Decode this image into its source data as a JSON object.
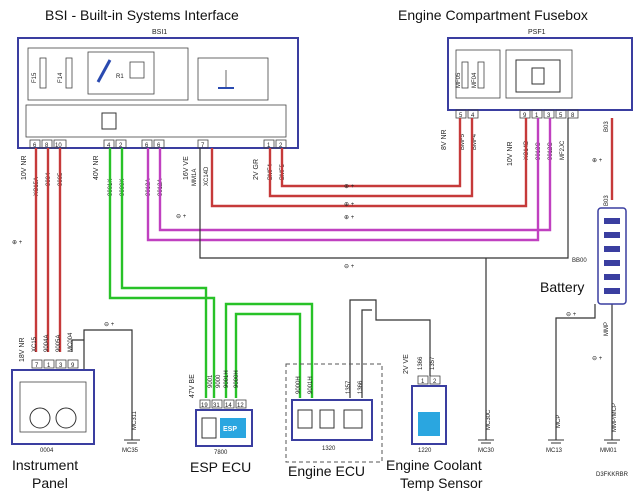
{
  "titles": {
    "bsi": "BSI - Built-in Systems Interface",
    "engine_fusebox": "Engine Compartment Fusebox",
    "battery": "Battery",
    "instrument_panel": [
      "Instrument",
      "Panel"
    ],
    "esp_ecu": "ESP ECU",
    "engine_ecu": "Engine ECU",
    "coolant_sensor": [
      "Engine Coolant",
      "Temp Sensor"
    ]
  },
  "codes": {
    "bsi": "BSI1",
    "psf": "PSF1",
    "instrument": "0004",
    "esp": "7800",
    "ecu": "1320",
    "coolant": "1220",
    "battery": "BB00",
    "esp_label": "ESP",
    "footer": "D3FKKRBR"
  },
  "bsi": {
    "fuses": [
      "F15",
      "F14"
    ],
    "relay": "R1",
    "pins": [
      "6",
      "8",
      "10",
      "4",
      "2",
      "6",
      "6",
      "7",
      "1",
      "2"
    ],
    "connectors": [
      "10V NR",
      "40V NR",
      "16V VE",
      "2V GR"
    ]
  },
  "psf": {
    "fuses": [
      "MF05",
      "MF04"
    ],
    "pins": [
      "5",
      "4",
      "9",
      "1",
      "3",
      "5",
      "8"
    ],
    "connectors": [
      "8V NR",
      "10V NR"
    ]
  },
  "wires": {
    "bsi_left": [
      "XC15A",
      "9004",
      "9005"
    ],
    "bsi_mid": [
      "9001K",
      "9000K"
    ],
    "bsi_mid2": [
      "9013A",
      "9012A"
    ],
    "bsi_mid3": [
      "MM1A",
      "XC14D"
    ],
    "bsi_right": [
      "BMF4",
      "BMF5"
    ],
    "psf_left": [
      "BMF5",
      "BMF4"
    ],
    "psf_right": [
      "XC14D",
      "9013C",
      "9012C",
      "MF2JC"
    ],
    "psf_feed": "B03",
    "battery_feed": "B03",
    "instrument": [
      "XC15",
      "9004A",
      "9005A",
      "MC004"
    ],
    "esp": [
      "9001",
      "9000",
      "9001H",
      "9000H"
    ],
    "ecu": [
      "9000H",
      "9001H",
      "1357",
      "1366"
    ],
    "coolant": [
      "1366",
      "1357"
    ],
    "earth_left": "MMP",
    "earth_right": "MMP/MCP",
    "ground_mc30c": "MC30C"
  },
  "connectors": {
    "instrument": "18V NR",
    "instrument_pins": [
      "7",
      "1",
      "3",
      "9"
    ],
    "esp": "47V BE",
    "esp_pins": [
      "19",
      "31",
      "14",
      "12"
    ],
    "coolant": "2V VE",
    "coolant_pins": [
      "1",
      "2"
    ]
  },
  "grounds": [
    "MC311",
    "MC35",
    "MC30",
    "MC13",
    "MM01"
  ],
  "grounds_labels_extra": [
    "MCP",
    "MMP/MCP"
  ],
  "polarity": {
    "plus": "⊕ +",
    "minus": "⊖ +"
  },
  "colors": {
    "frame": "#3a3ea0",
    "red": "#c63a3a",
    "green": "#28c228",
    "purple": "#c040c0",
    "ecu_icon": "#2aa6e0"
  }
}
